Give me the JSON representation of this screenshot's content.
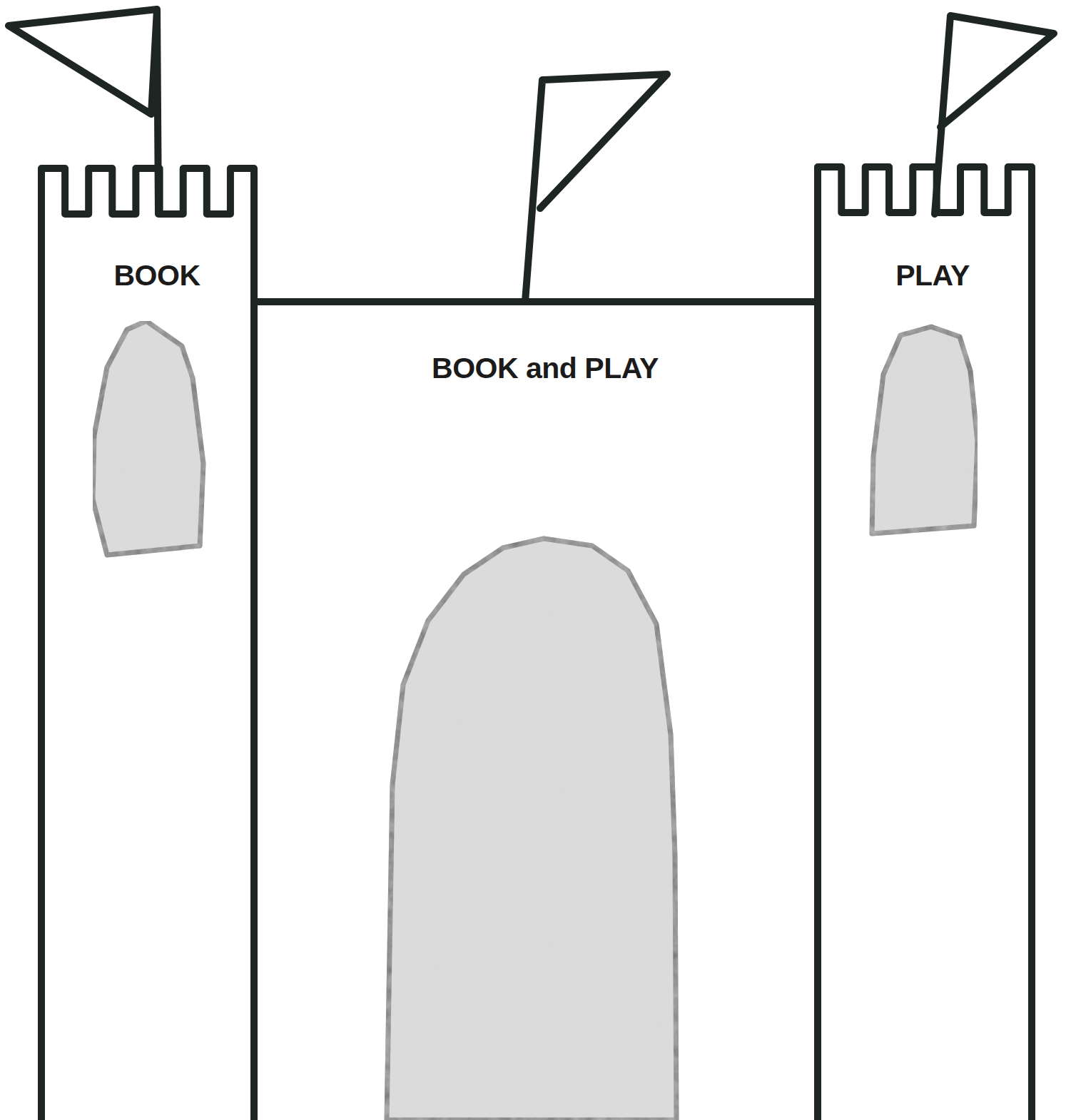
{
  "diagram": {
    "nodes": [
      {
        "text": [
          "BOOK"
        ]
      },
      {
        "text": [
          "PLAY"
        ]
      },
      {
        "text": [
          "BOOK and PLAY"
        ]
      }
    ]
  }
}
